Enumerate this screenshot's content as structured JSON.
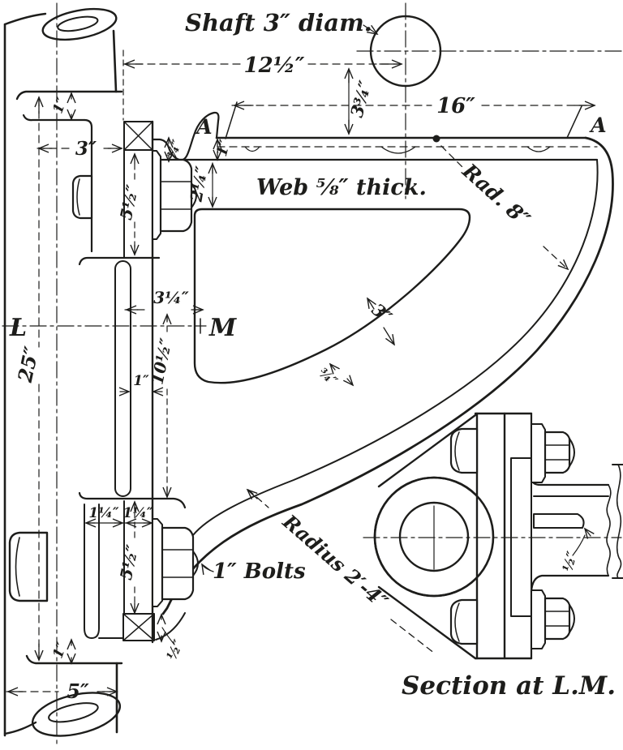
{
  "drawing": {
    "labels": {
      "shaft_note": "Shaft 3″ diam.",
      "web_note": "Web ⅝″ thick.",
      "rad8": "Rad. 8″",
      "radius24": "Radius 2′-4″",
      "bolts_note": "1″ Bolts",
      "caption": "Section at L.M.",
      "point_L": "L",
      "point_M": "M",
      "section_A_left": "A",
      "section_A_right": "A"
    },
    "dims": {
      "d12_5": "12½″",
      "d3_75": "3¾″",
      "d16": "16″",
      "d1_flange": "1″",
      "d2_25": "2¼″",
      "d0_75_step": "¾″",
      "d3_left": "3″",
      "d1_top": "1″",
      "d5_5_upper": "5½″",
      "d25": "25″",
      "d3_25": "3¼″",
      "d10_5": "10½″",
      "d1_mid": "1″",
      "d3_rib": "3″",
      "d0_75_rib": "¾″",
      "d1_25_a": "1¼″",
      "d1_25_b": "1¼″",
      "d5_5_lower": "5½″",
      "d1_bottom": "1″",
      "d0_5_bottom": "½″",
      "d5_bottom": "5″",
      "d0_5_section": "½″"
    },
    "colors": {
      "ink": "#1d1d1b",
      "paper": "#ffffff"
    }
  }
}
